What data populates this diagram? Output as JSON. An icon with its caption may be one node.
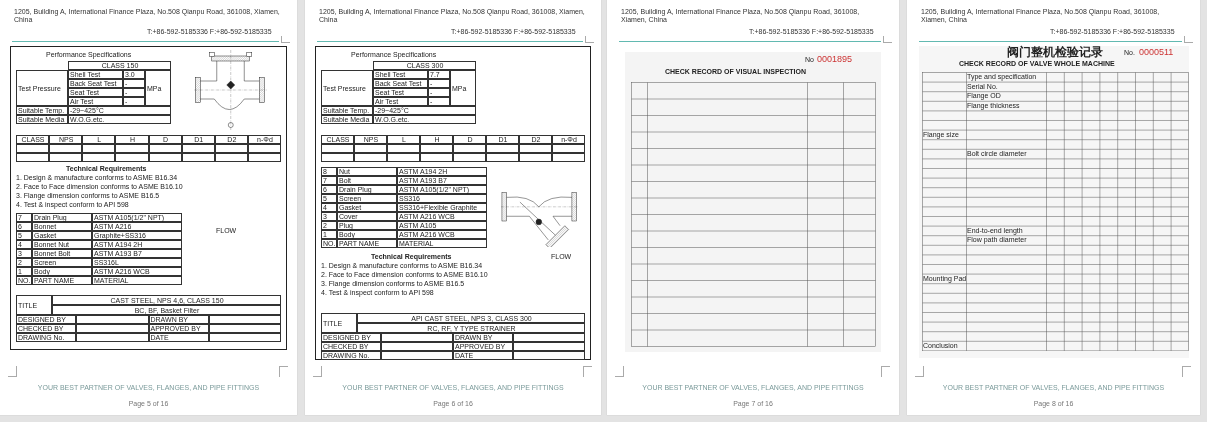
{
  "diagram": {
    "labels": [
      "1205, Building A, International Finance Plaza, No.508 Qianpu Road, 361008, Xiamen, China",
      "T:+86-592-5185336   F:+86-592-5185335",
      "Performance Specifications",
      "CLASS 150",
      "Test Pressure",
      "Shell Test",
      "3.0",
      "MPa",
      "Back Seat Test",
      "-",
      "Seat Test",
      "-",
      "Air Test",
      "-",
      "Suitable Temp.",
      "-29~425°C",
      "Suitable Media",
      "W.O.G.etc.",
      "FLOW",
      "Technical Requirements",
      "1. Design & manufacture conforms to ASME B16.34",
      "2. Face to Face dimension conforms to ASME B16.10",
      "3. Flange dimension conforms to ASME B16.5",
      "4. Test & inspect conform to API 598",
      "TITLE",
      "CAST STEEL, NPS 4,6, CLASS 150",
      "BC, BF, Basket Filter",
      "DESIGNED BY",
      "DRAWN BY",
      "CHECKED BY",
      "APPROVED BY",
      "DRAWING No.",
      "DATE",
      "CLASS",
      "NPS",
      "L",
      "H",
      "D",
      "D1",
      "D2",
      "n-Φd",
      "7",
      "Drain Plug",
      "ASTM A105(1/2\" NPT)",
      "6",
      "Bonnet",
      "ASTM A216",
      "5",
      "Gasket",
      "Graphite+SS316",
      "4",
      "Bonnet Nut",
      "ASTM A194 2H",
      "3",
      "Bonnet Bolt",
      "ASTM A193 B7",
      "2",
      "Screen",
      "SS316L",
      "1",
      "Body",
      "ASTM A216 WCB",
      "NO.",
      "PART NAME",
      "MATERIAL",
      "YOUR BEST PARTNER OF VALVES, FLANGES, AND PIPE FITTINGS",
      "Page 5 of 16",
      "1205, Building A, International Finance Plaza, No.508 Qianpu Road, 361008, Xiamen, China",
      "T:+86-592-5185336   F:+86-592-5185335",
      "TITLE",
      "API CAST STEEL, NPS 3, CLASS 300",
      "RC, RF, Y TYPE STRAINER",
      "DESIGNED BY",
      "DRAWN BY",
      "CHECKED BY",
      "APPROVED BY",
      "DRAWING No.",
      "DATE",
      "Technical Requirements",
      "1. Design & manufacture conforms to ASME B16.34",
      "2. Face to Face dimension conforms to ASME B16.10",
      "3. Flange dimension conforms to ASME B16.5",
      "4. Test & inspect conform to API 598",
      "Performance Specifications",
      "CLASS 300",
      "Test Pressure",
      "Shell Test",
      "7.7",
      "MPa",
      "Back Seat Test",
      "-",
      "Seat Test",
      "-",
      "Air Test",
      "-",
      "Suitable Temp.",
      "-29~425°C",
      "Suitable Media",
      "W.O.G.etc.",
      "8",
      "Nut",
      "ASTM A194 2H",
      "7",
      "Bolt",
      "ASTM A193 B7",
      "6",
      "Drain Plug",
      "ASTM A105(1/2\" NPT)",
      "5",
      "Screen",
      "SS316",
      "4",
      "Gasket",
      "SS316+Flexible Graphite",
      "3",
      "Cover",
      "ASTM A216 WCB",
      "2",
      "Plug",
      "ASTM A105",
      "1",
      "Body",
      "ASTM A216 WCB",
      "NO.",
      "PART NAME",
      "MATERIAL",
      "CLASS",
      "NPS",
      "L",
      "H",
      "D",
      "D1",
      "D2",
      "n-Φd",
      "FLOW",
      "YOUR BEST PARTNER OF VALVES, FLANGES, AND PIPE FITTINGS",
      "Page 6 of 16",
      "1205, Building A, International Finance Plaza, No.508 Qianpu Road, 361008, Xiamen, China",
      "T:+86-592-5185336   F:+86-592-5185335",
      "CHECK RECORD OF VISUAL INSPECTION",
      "No",
      "0001895",
      "YOUR BEST PARTNER OF VALVES, FLANGES, AND PIPE FITTINGS",
      "Page 7 of 16",
      "1205, Building A, International Finance Plaza, No.508 Qianpu Road, 361008, Xiamen, China",
      "T:+86-592-5185336   F:+86-592-5185335",
      "阀门整机检验记录",
      "CHECK RECORD OF VALVE WHOLE MACHINE",
      "No.",
      "0000511",
      "Type and specification",
      "Serial No.",
      "Flange OD",
      "Flange thickness",
      "Flange size",
      "Bolt circle diameter",
      "End-to-end length",
      "Flow path diameter",
      "Mounting Pad",
      "Conclusion",
      "YOUR BEST PARTNER OF VALVES, FLANGES, AND PIPE FITTINGS",
      "Page 8 of 16"
    ]
  }
}
